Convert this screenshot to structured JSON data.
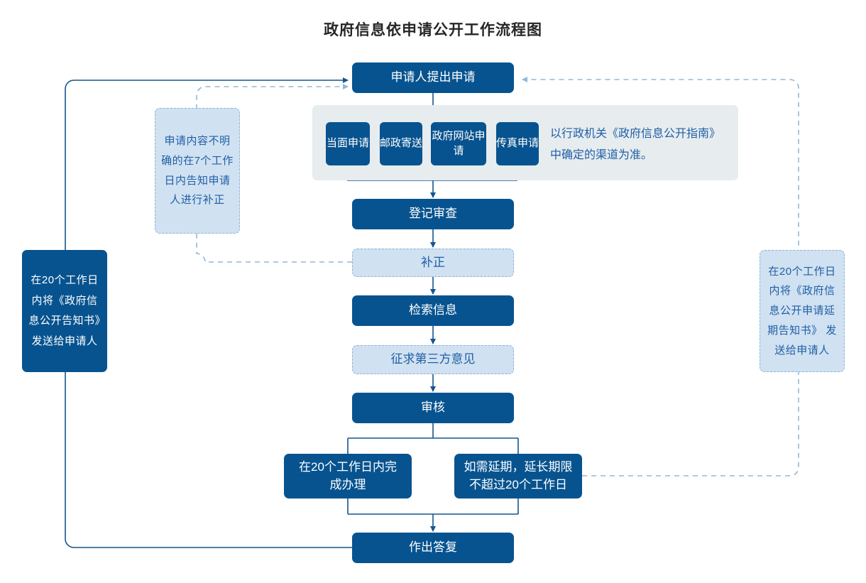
{
  "title": "政府信息依申请公开工作流程图",
  "colors": {
    "dark_blue": "#07538F",
    "light_blue": "#D0E1F1",
    "band_grey": "#E7ECEF",
    "text_blue": "#1F5FA6",
    "line_blue": "#15558E",
    "dashed_blue": "#93B7D8",
    "title_black": "#262626"
  },
  "flow": {
    "start": {
      "label": "申请人提出申请"
    },
    "channels": [
      {
        "label": "当面申请"
      },
      {
        "label": "邮政寄送"
      },
      {
        "label": "政府网站申请"
      },
      {
        "label": "传真申请"
      }
    ],
    "channel_note": "以行政机关《政府信息公开指南》中确定的渠道为准。",
    "steps": [
      {
        "label": "登记审查",
        "style": "dark"
      },
      {
        "label": "补正",
        "style": "light"
      },
      {
        "label": "检索信息",
        "style": "dark"
      },
      {
        "label": "征求第三方意见",
        "style": "light"
      },
      {
        "label": "审核",
        "style": "dark"
      }
    ],
    "branches": [
      {
        "label": "在20个工作日内完成办理"
      },
      {
        "label": "如需延期，延长期限不超过20个工作日"
      }
    ],
    "end": {
      "label": "作出答复"
    }
  },
  "notes": {
    "left_dashed": "申请内容不明确的在7个工作日内告知申请人进行补正",
    "left_solid": "在20个工作日内将《政府信息公开告知书》发送给申请人",
    "right_dashed": "在20个工作日内将《政府信息公开申请延期告知书》 发送给申请人"
  }
}
